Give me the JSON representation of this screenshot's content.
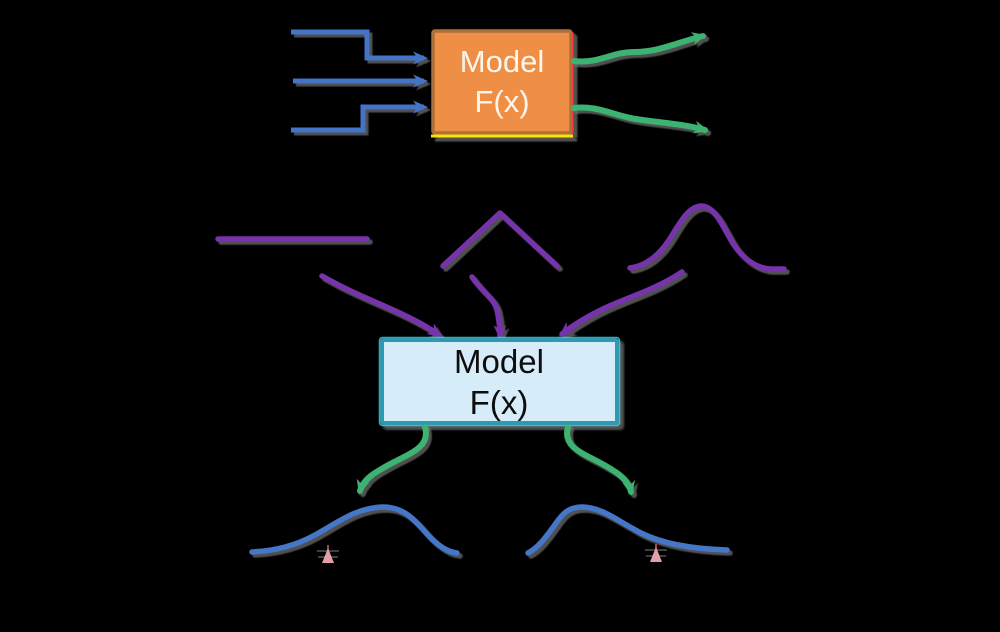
{
  "colors": {
    "background": "#000000",
    "input_arrow_blue": "#4374c6",
    "output_arrow_green": "#3cb371",
    "distribution_purple": "#7633ab",
    "output_curve_blue": "#4576c8",
    "top_box_fill": "#ef8e45",
    "top_box_border": "#aa713c",
    "top_box_text": "#fdf6ec",
    "top_box_accent_yellow": "#ffe200",
    "top_box_accent_red": "#ff3b30",
    "bottom_box_fill": "#d6ecf8",
    "bottom_box_border": "#2e9ab2",
    "bottom_box_glow": "#46e0f0",
    "bottom_box_text": "#0d0d0d",
    "point_marker_pink": "#e2a0a8",
    "point_marker_red": "#e05555",
    "tick_dark_gray": "#3f3f3f"
  },
  "top_model_box": {
    "line1": "Model",
    "line2": "F(x)"
  },
  "bottom_model_box": {
    "line1": "Model",
    "line2": "F(x)"
  },
  "input_distribution_shapes": [
    "flat-line",
    "triangle-peak",
    "gaussian-bell"
  ],
  "output_distribution_shapes": [
    "gaussian-bell",
    "gaussian-bell"
  ]
}
